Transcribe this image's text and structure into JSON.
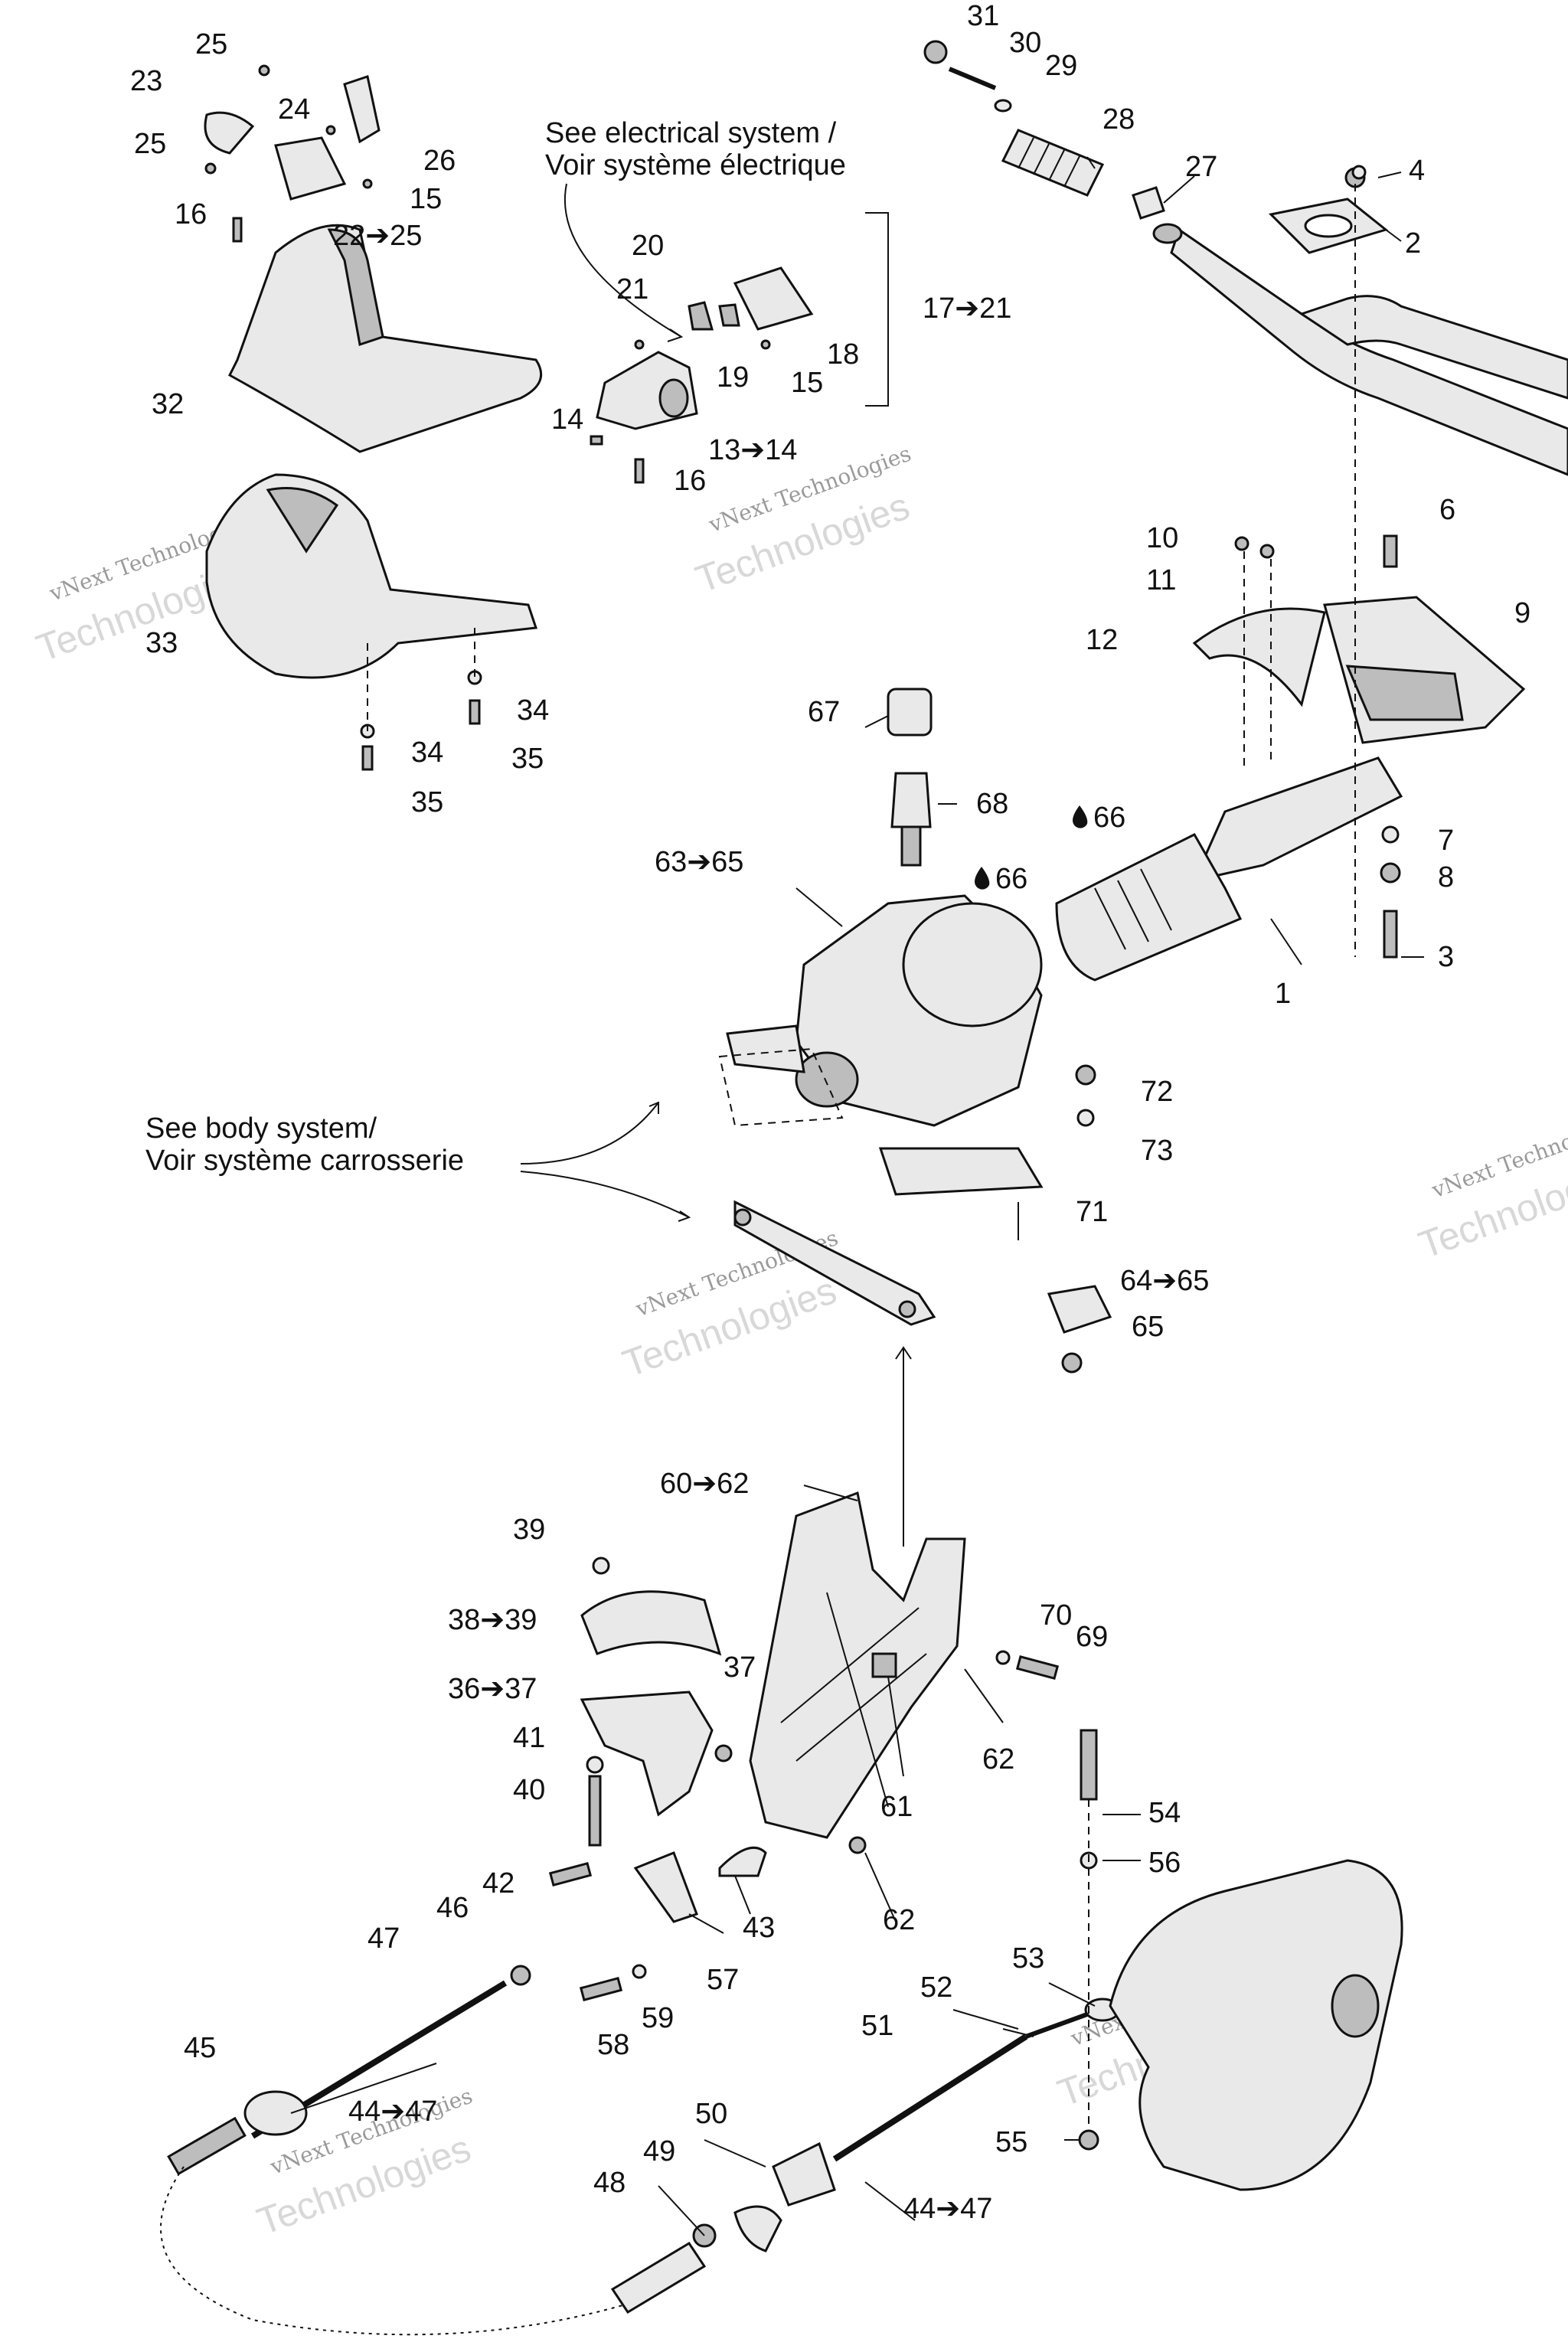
{
  "notes": {
    "electrical": [
      "See electrical system /",
      "Voir système électrique"
    ],
    "body": [
      "See body system/",
      "Voir système carrosserie"
    ]
  },
  "watermark": {
    "line1": "vNext Technologies",
    "line2": "Technologies"
  },
  "callouts": {
    "c1": "1",
    "c2": "2",
    "c3": "3",
    "c4": "4",
    "c6": "6",
    "c7": "7",
    "c8": "8",
    "c9": "9",
    "c10": "10",
    "c11": "11",
    "c12": "12",
    "c13_14": "13➔14",
    "c14": "14",
    "c15a": "15",
    "c15b": "15",
    "c16a": "16",
    "c16b": "16",
    "c17_21": "17➔21",
    "c18": "18",
    "c19": "19",
    "c20": "20",
    "c21": "21",
    "c22_25": "22➔25",
    "c23": "23",
    "c24": "24",
    "c25a": "25",
    "c25b": "25",
    "c26": "26",
    "c27": "27",
    "c28": "28",
    "c29": "29",
    "c30": "30",
    "c31": "31",
    "c32": "32",
    "c33": "33",
    "c34a": "34",
    "c34b": "34",
    "c35a": "35",
    "c35b": "35",
    "c36_37": "36➔37",
    "c37": "37",
    "c38_39": "38➔39",
    "c39": "39",
    "c40": "40",
    "c41": "41",
    "c42": "42",
    "c43": "43",
    "c44_47a": "44➔47",
    "c44_47b": "44➔47",
    "c45": "45",
    "c46": "46",
    "c47": "47",
    "c48": "48",
    "c49": "49",
    "c50": "50",
    "c51": "51",
    "c52": "52",
    "c53": "53",
    "c54": "54",
    "c55": "55",
    "c56": "56",
    "c57": "57",
    "c58": "58",
    "c59": "59",
    "c60_62": "60➔62",
    "c61": "61",
    "c62a": "62",
    "c62b": "62",
    "c63_65": "63➔65",
    "c64_65": "64➔65",
    "c65": "65",
    "c66a": "66",
    "c66b": "66",
    "c67": "67",
    "c68": "68",
    "c69": "69",
    "c70": "70",
    "c71": "71",
    "c72": "72",
    "c73": "73"
  }
}
